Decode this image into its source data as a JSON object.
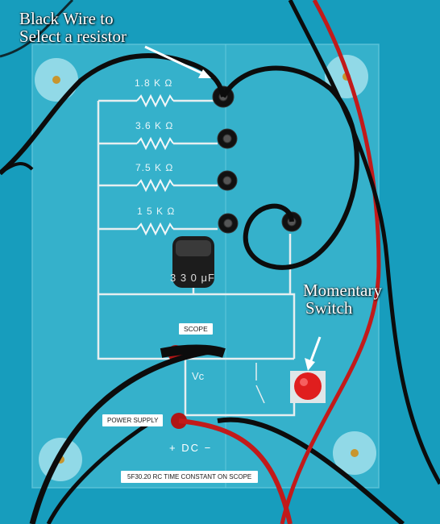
{
  "annotations": {
    "wire_caption_line1": "Black Wire to",
    "wire_caption_line2": "Select a resistor",
    "switch_caption_line1": "Momentary",
    "switch_caption_line2": "Switch"
  },
  "resistors": [
    {
      "label": "1.8 K Ω"
    },
    {
      "label": "3.6 K Ω"
    },
    {
      "label": "7.5 K Ω"
    },
    {
      "label": "1 5 K Ω"
    }
  ],
  "capacitor_label": "3 3 0 μF",
  "labels": {
    "scope": "SCOPE",
    "vc": "Vc",
    "power_supply": "POWER SUPPLY",
    "dc": "+ DC −",
    "footer": "5F30.20 RC TIME CONSTANT ON SCOPE"
  },
  "colors": {
    "background": "#1aa3c2",
    "panel": "#4fc3d8",
    "wire_black": "#0c0c0c",
    "wire_red": "#c21a1a",
    "switch_button": "#e01e1e"
  },
  "icons": [
    "black-post-icon",
    "red-post-icon",
    "pushbutton-icon",
    "resistor-icon",
    "capacitor-icon",
    "arrow-icon",
    "brass-screw-icon"
  ]
}
